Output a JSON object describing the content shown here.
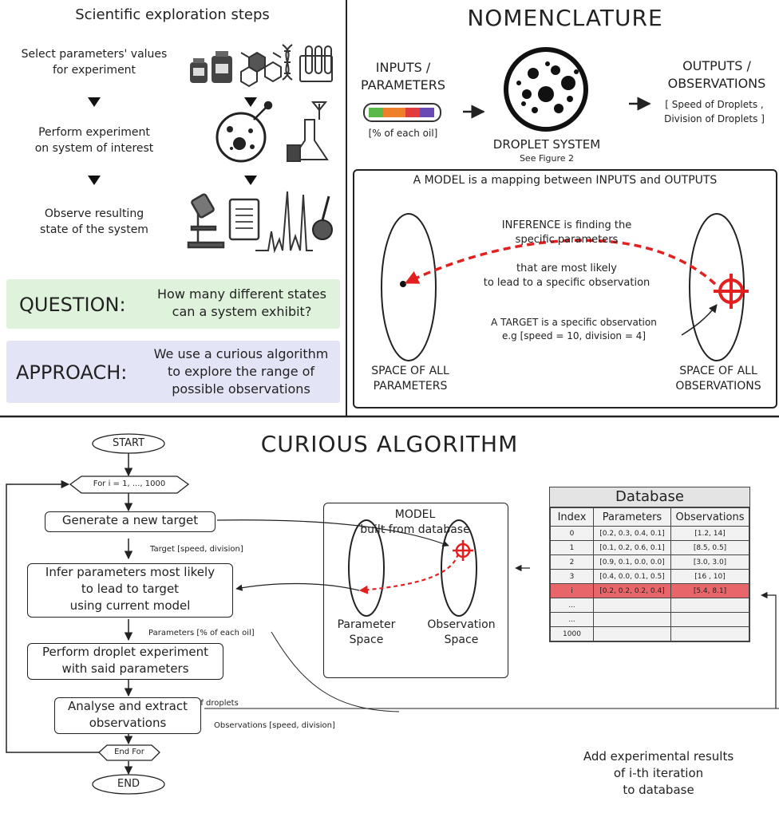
{
  "steps": {
    "title": "Scientific exploration steps",
    "step1": [
      "Select parameters' values",
      "for experiment"
    ],
    "step2": [
      "Perform experiment",
      "on system of interest"
    ],
    "step3": [
      "Observe resulting",
      "state of the system"
    ]
  },
  "question": {
    "label": "QUESTION:",
    "text": [
      "How many different states",
      "can a system exhibit?"
    ]
  },
  "approach": {
    "label": "APPROACH:",
    "text": [
      "We use a curious algorithm",
      "to explore the range of",
      "possible observations"
    ]
  },
  "nomenclature": {
    "title": "NOMENCLATURE",
    "inputs": [
      "INPUTS /",
      "PARAMETERS"
    ],
    "inputs_note": "[% of each oil]",
    "system": "DROPLET SYSTEM",
    "system_note": "See Figure 2",
    "outputs": [
      "OUTPUTS /",
      "OBSERVATIONS"
    ],
    "outputs_note": [
      "[ Speed of Droplets ,",
      "Division of Droplets ]"
    ],
    "tube_colors": [
      "#5bb84a",
      "#f07f2c",
      "#e23b3b",
      "#6a4bb5"
    ]
  },
  "model_box": {
    "title": "A MODEL is a mapping  between INPUTS and  OUTPUTS",
    "inference": [
      "INFERENCE is finding the",
      "specific parameters"
    ],
    "inference2": [
      "that are most likely",
      "to lead to a specific observation"
    ],
    "target": [
      "A TARGET is a specific  observation",
      "e.g [speed = 10, division = 4]"
    ],
    "left_space": [
      "SPACE OF ALL",
      "PARAMETERS"
    ],
    "right_space": [
      "SPACE OF ALL",
      "OBSERVATIONS"
    ],
    "accent": "#e32020"
  },
  "curious": {
    "title": "CURIOUS ALGORITHM",
    "start": "START",
    "for_loop": "For i = 1, ..., 1000",
    "generate": "Generate a new target",
    "target_lbl": "Target [speed, division]",
    "infer": [
      "Infer parameters most likely",
      "to lead to target",
      "using current model"
    ],
    "params_lbl": "Parameters [% of each oil]",
    "perform": [
      "Perform droplet experiment",
      "with said parameters"
    ],
    "video_lbl": "Video of droplets",
    "analyse": [
      "Analyse and extract",
      "observations"
    ],
    "obs_lbl": "Observations [speed, division]",
    "end_for": "End For",
    "end": "END"
  },
  "model_panel": {
    "title": [
      "MODEL",
      "built from database"
    ],
    "param_space": [
      "Parameter",
      "Space"
    ],
    "obs_space": [
      "Observation",
      "Space"
    ]
  },
  "database": {
    "title": "Database",
    "headers": [
      "Index",
      "Parameters",
      "Observations"
    ],
    "rows": [
      [
        "0",
        "[0.2, 0.3, 0.4, 0.1]",
        "[1.2,  14]"
      ],
      [
        "1",
        "[0.1, 0.2, 0.6, 0.1]",
        "[8.5, 0.5]"
      ],
      [
        "2",
        "[0.9, 0.1, 0.0, 0.0]",
        "[3.0, 3.0]"
      ],
      [
        "3",
        "[0.4, 0.0, 0.1, 0.5]",
        "[16 ,  10]"
      ],
      [
        "i",
        "[0.2, 0.2, 0.2, 0.4]",
        "[5.4, 8.1]"
      ],
      [
        "...",
        "",
        ""
      ],
      [
        "...",
        "",
        ""
      ],
      [
        "1000",
        "",
        ""
      ]
    ],
    "highlight_row": 4,
    "highlight_color": "#e8666a"
  },
  "add_results": [
    "Add experimental results",
    "of i-th iteration",
    "to database"
  ]
}
